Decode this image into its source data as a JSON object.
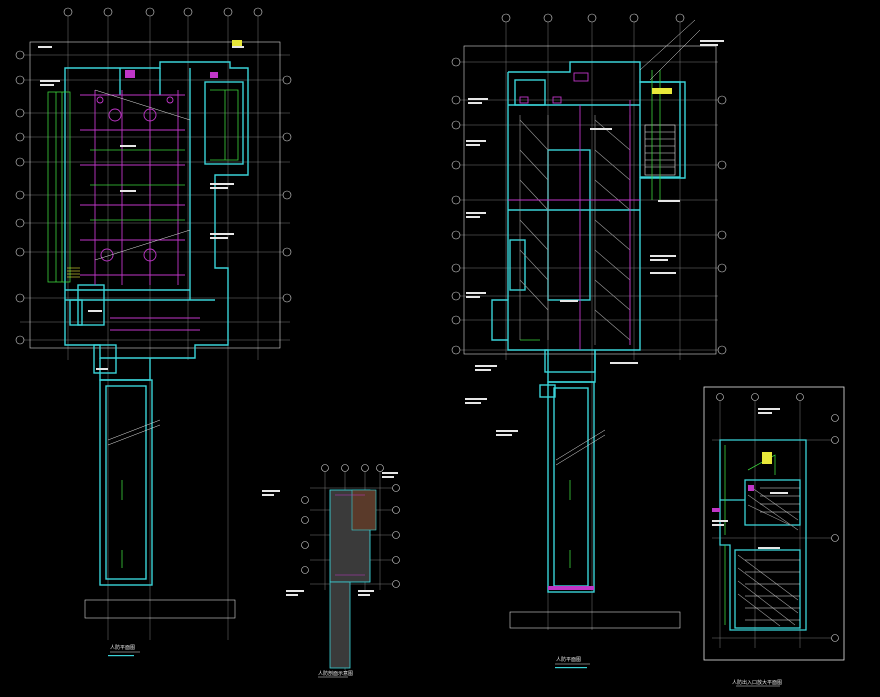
{
  "colors": {
    "background": "#000000",
    "wall": "#3ad3d8",
    "duct": "#c036c8",
    "note": "#e6e6e6",
    "grid": "#7a7a7a",
    "green": "#3bd43b",
    "yellow": "#e8e83a",
    "dim": "#d8d8d8"
  },
  "drawings": [
    {
      "id": "plan-1",
      "title": "人防平面图"
    },
    {
      "id": "section-small",
      "title": "人防剖面示意图"
    },
    {
      "id": "plan-2",
      "title": "人防平面图"
    },
    {
      "id": "detail",
      "title": "人防出入口放大平面图"
    }
  ]
}
